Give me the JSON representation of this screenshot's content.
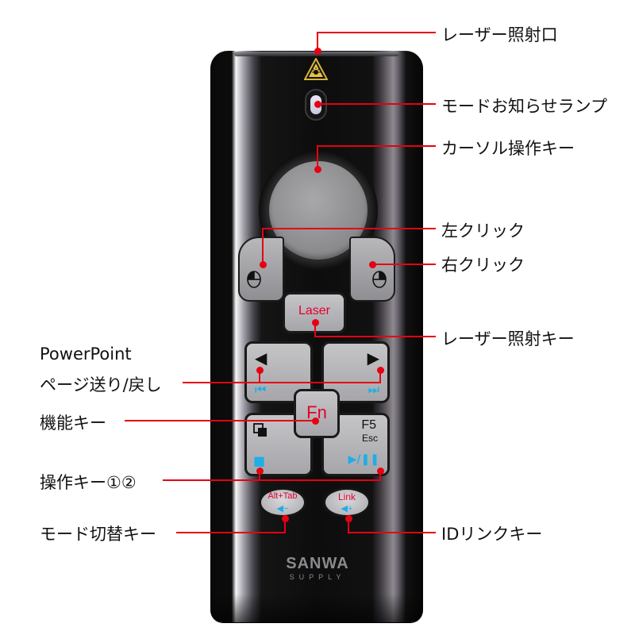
{
  "device": {
    "brand": "SANWA",
    "brand_sub": "SUPPLY",
    "keys": {
      "laser": "Laser",
      "fn": "Fn",
      "f5": "F5",
      "esc": "Esc",
      "alt_tab": "Alt+Tab",
      "link": "Link",
      "prev_arrow": "◀",
      "next_arrow": "▶",
      "prev_media": "⏮",
      "next_media": "⏭",
      "stop": "■",
      "play_pause": "▶/❚❚",
      "vol_down": "◀−",
      "vol_up": "◀+"
    }
  },
  "callouts": {
    "right": [
      {
        "id": "laser-emitter",
        "label": "レーザー照射口"
      },
      {
        "id": "mode-lamp",
        "label": "モードお知らせランプ"
      },
      {
        "id": "cursor-key",
        "label": "カーソル操作キー"
      },
      {
        "id": "left-click",
        "label": "左クリック"
      },
      {
        "id": "right-click",
        "label": "右クリック"
      },
      {
        "id": "laser-key",
        "label": "レーザー照射キー"
      },
      {
        "id": "id-link-key",
        "label": "IDリンクキー"
      }
    ],
    "left": [
      {
        "id": "page-nav",
        "label_line1": "PowerPoint",
        "label_line2": "ページ送り/戻し"
      },
      {
        "id": "function-key",
        "label": "機能キー"
      },
      {
        "id": "operation-keys",
        "label": "操作キー①②"
      },
      {
        "id": "mode-switch-key",
        "label": "モード切替キー"
      }
    ]
  },
  "colors": {
    "callout_red": "#e60012",
    "key_label_red": "#e4002b",
    "icon_blue": "#1eaee8",
    "device_black": "#0d0d0d",
    "key_gray": "#b5b5b8"
  }
}
